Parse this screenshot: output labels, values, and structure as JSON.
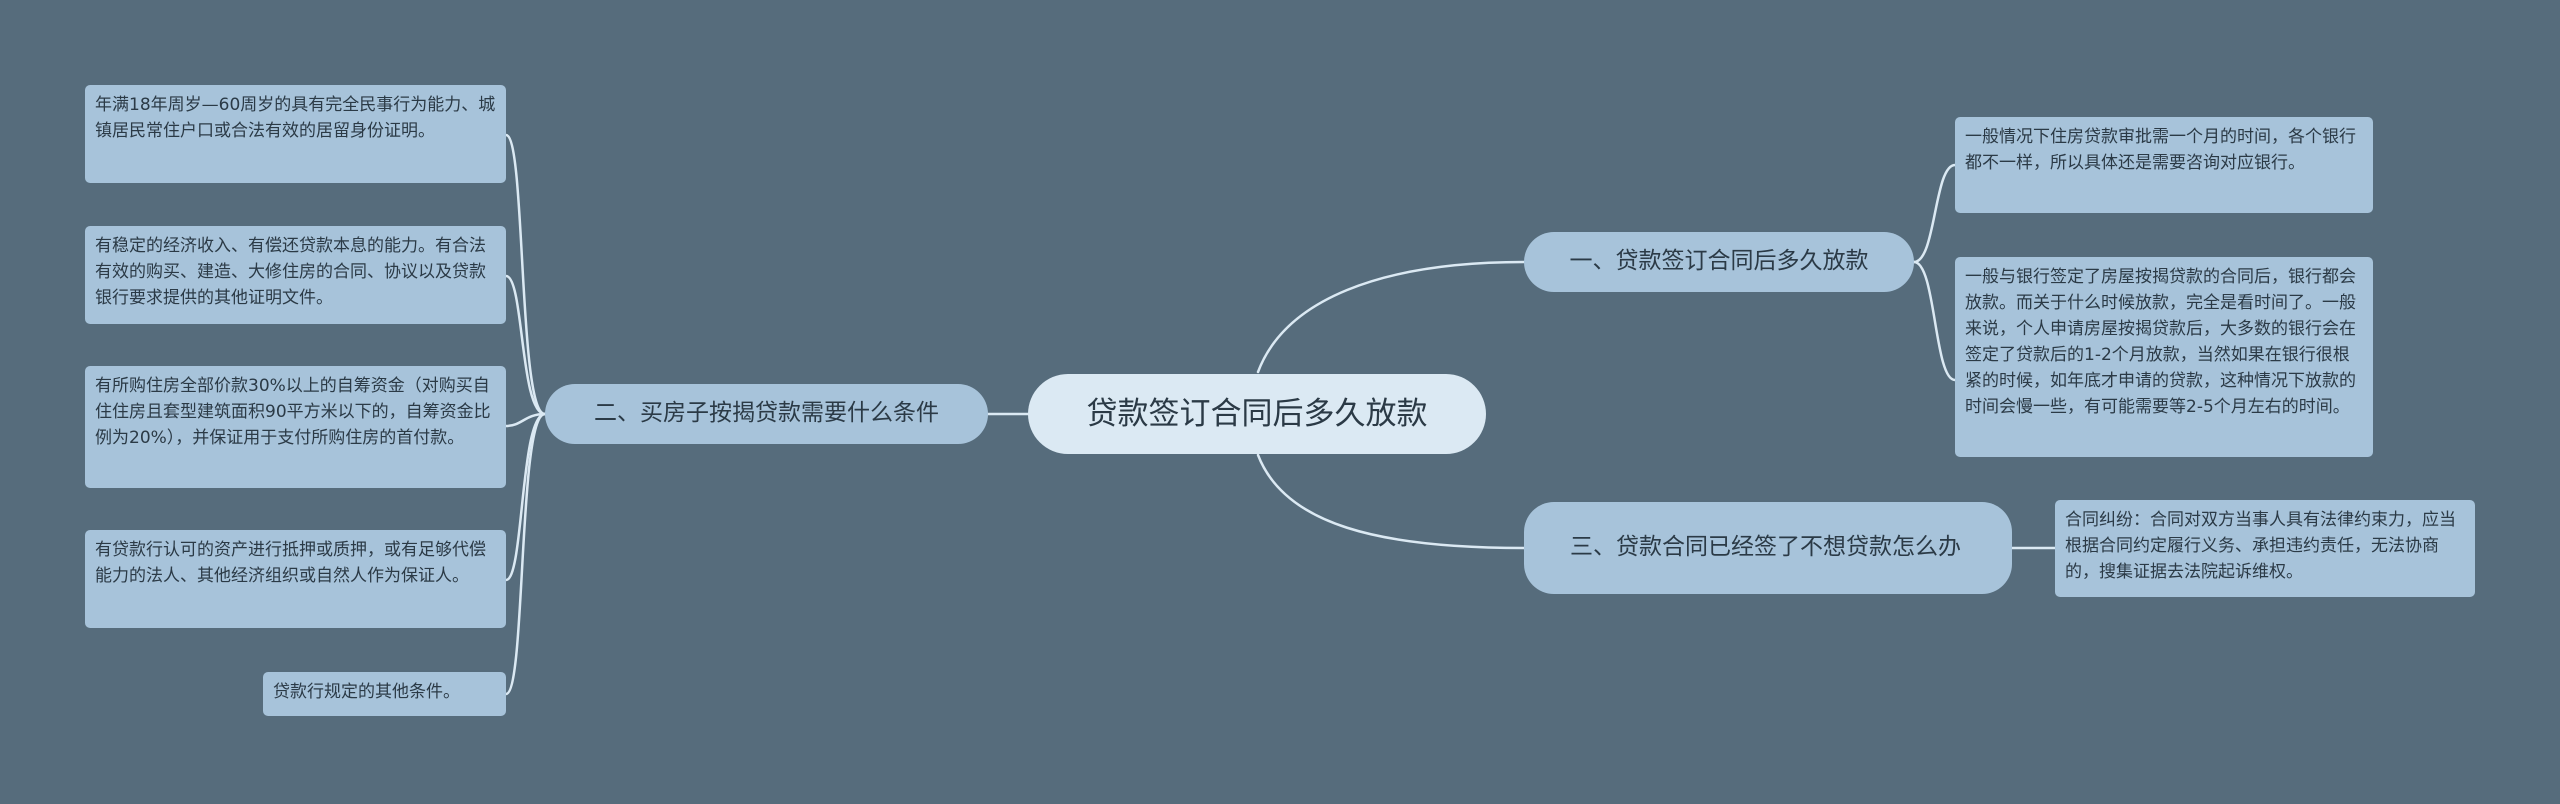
{
  "root": {
    "label": "贷款签订合同后多久放款"
  },
  "branches": [
    {
      "label": "一、贷款签订合同后多久放款",
      "leaves": [
        "一般情况下住房贷款审批需一个月的时间，各个银行都不一样，所以具体还是需要咨询对应银行。",
        "一般与银行签定了房屋按揭贷款的合同后，银行都会放款。而关于什么时候放款，完全是看时间了。一般来说，个人申请房屋按揭贷款后，大多数的银行会在签定了贷款后的1-2个月放款，当然如果在银行很根紧的时候，如年底才申请的贷款，这种情况下放款的时间会慢一些，有可能需要等2-5个月左右的时间。"
      ]
    },
    {
      "label": "二、买房子按揭贷款需要什么条件",
      "leaves": [
        "年满18年周岁—60周岁的具有完全民事行为能力、城镇居民常住户口或合法有效的居留身份证明。",
        "有稳定的经济收入、有偿还贷款本息的能力。有合法有效的购买、建造、大修住房的合同、协议以及贷款银行要求提供的其他证明文件。",
        "有所购住房全部价款30%以上的自筹资金（对购买自住住房且套型建筑面积90平方米以下的，自筹资金比例为20%），并保证用于支付所购住房的首付款。",
        "有贷款行认可的资产进行抵押或质押，或有足够代偿能力的法人、其他经济组织或自然人作为保证人。",
        "贷款行规定的其他条件。"
      ]
    },
    {
      "label": "三、贷款合同已经签了不想贷款怎么办",
      "leaves": [
        "合同纠纷：合同对双方当事人具有法律约束力，应当根据合同约定履行义务、承担违约责任，无法协商的，搜集证据去法院起诉维权。"
      ]
    }
  ]
}
